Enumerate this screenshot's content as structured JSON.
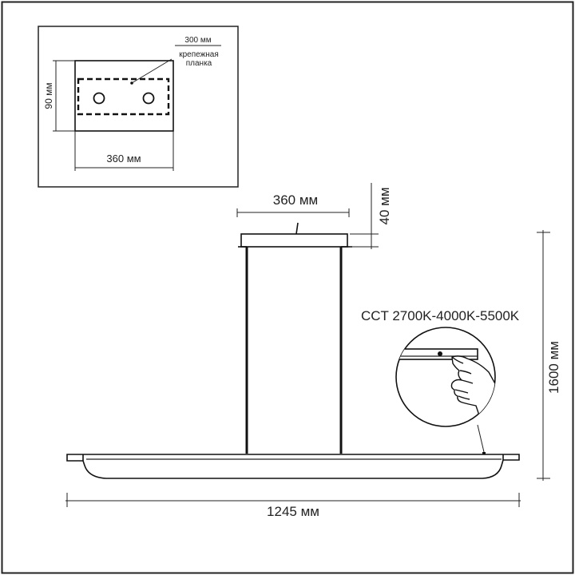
{
  "inset": {
    "bracket_length": "300 мм",
    "bracket_label_line1": "крепежная",
    "bracket_label_line2": "планка",
    "height": "90 мм",
    "width": "360 мм"
  },
  "canopy": {
    "width": "360 мм",
    "height": "40 мм"
  },
  "cct": "CCT 2700K-4000K-5500K",
  "total_height": "1600 мм",
  "total_length": "1245 мм",
  "colors": {
    "line": "#111111",
    "frame": "#222222",
    "background": "#ffffff"
  }
}
